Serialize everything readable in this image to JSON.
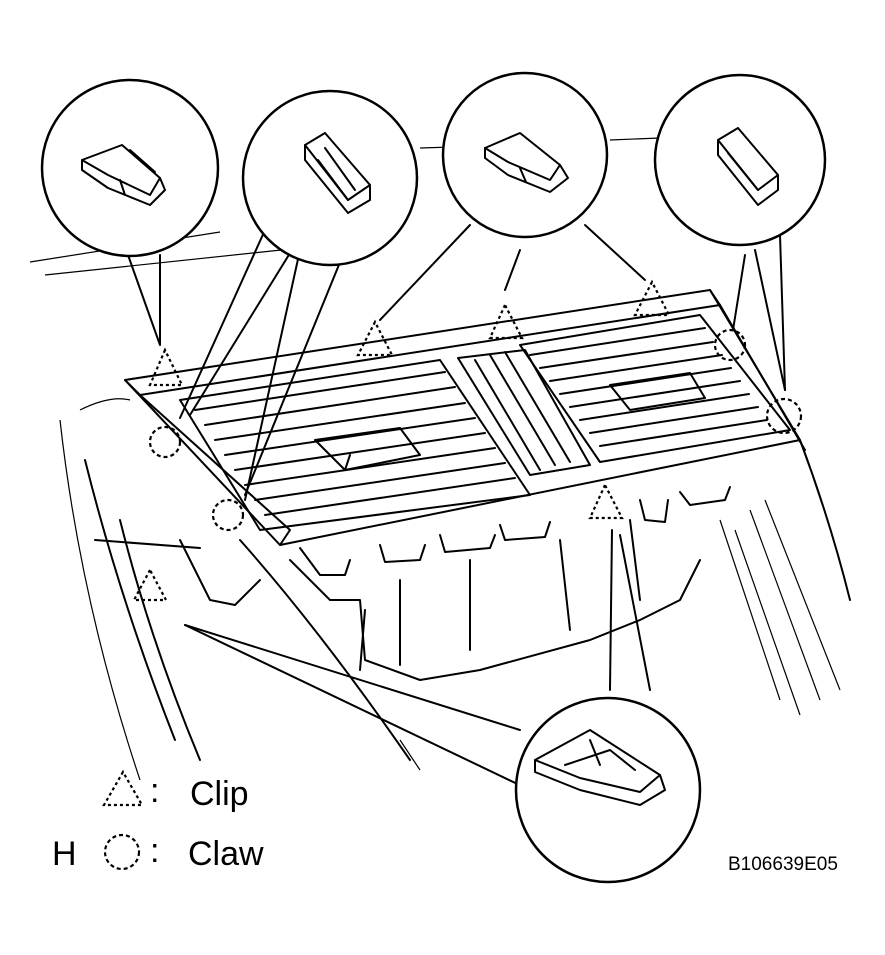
{
  "legend": {
    "clip_label": "Clip",
    "claw_label": "Claw",
    "separator": ":",
    "prefix_letter": "H"
  },
  "figure_code": "B106639E05",
  "icons": {
    "clip": "dashed-triangle-icon",
    "claw": "dashed-circle-icon"
  }
}
